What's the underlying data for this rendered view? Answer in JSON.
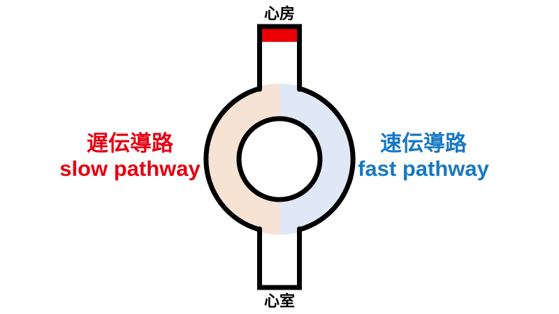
{
  "diagram": {
    "atrium_label": "心房",
    "ventricle_label": "心室",
    "slow_pathway": {
      "ja": "遅伝導路",
      "en": "slow pathway"
    },
    "fast_pathway": {
      "ja": "速伝導路",
      "en": "fast pathway"
    },
    "colors": {
      "background": "#ffffff",
      "outline": "#000000",
      "slow_text": "#e60012",
      "fast_text": "#1878c2",
      "slow_fill": "#f7e3d3",
      "fast_fill": "#dfe8f4",
      "impulse": "#ea0000"
    }
  }
}
